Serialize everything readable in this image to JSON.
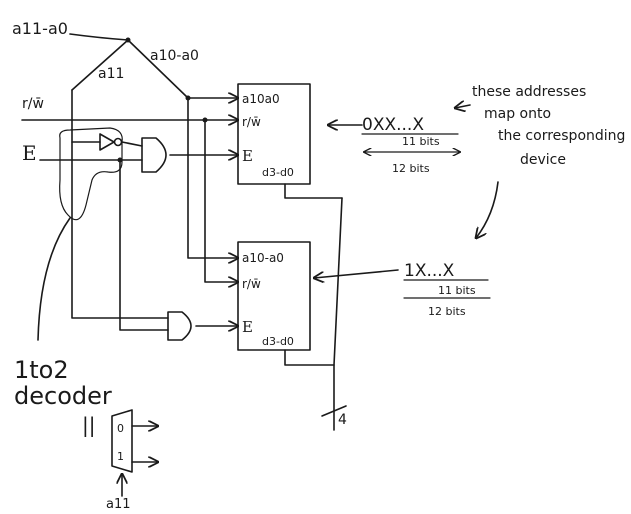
{
  "top_bus_label": "a11-a0",
  "left_branch_label": "a11",
  "right_branch_label": "a10-a0",
  "rw_input_label": "r/w̄",
  "enable_input_label": "E",
  "device1": {
    "addr_label": "a10a0",
    "rw_label": "r/w̄",
    "enable_label": "E",
    "data_label": "d3-d0"
  },
  "device2": {
    "addr_label": "a10-a0",
    "rw_label": "r/w̄",
    "enable_label": "E",
    "data_label": "d3-d0"
  },
  "data_bus_width": "4",
  "note": {
    "line1": "these addresses",
    "line2": "map onto",
    "line3": "the corresponding",
    "line4": "device"
  },
  "addr1": {
    "pattern": "0XX...X",
    "bits_a": "11 bits",
    "bits_b": "12 bits"
  },
  "addr2": {
    "pattern": "1X...X",
    "bits_a": "11 bits",
    "bits_b": "12 bits"
  },
  "decoder_caption_line1": "1to2",
  "decoder_caption_line2": "decoder",
  "equals_sign": "||",
  "decoder_out0": "0",
  "decoder_out1": "1",
  "decoder_input": "a11"
}
